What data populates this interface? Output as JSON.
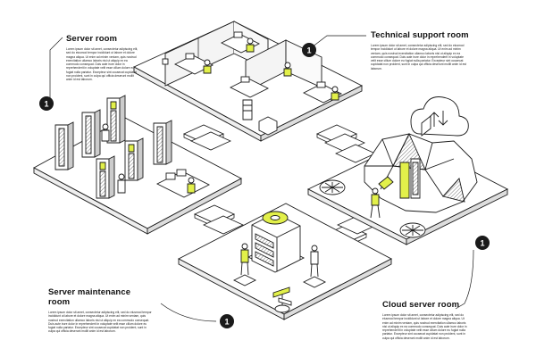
{
  "palette": {
    "accent": "#e2f04a",
    "ink": "#1a1a1a",
    "floor": "#ffffff",
    "shadow": "#e9e9e9"
  },
  "markers": {
    "server_room": "1",
    "technical_support_room": "1",
    "server_maintenance_room": "1",
    "cloud_server_room": "1"
  },
  "labels": {
    "server_room": {
      "title": "Server room",
      "body": "Lorem ipsum dolor sit amet, consectetur adipiscing elit, sed do eiusmod tempor incididunt ut labore et dolore magna aliqua. Ut enim ad minim veniam, quis nostrud exercitation ullamco laboris nisi ut aliquip ex ea commodo consequat. Duis aute irure dolor in reprehenderit in voluptate velit esse cillum dolore eu fugiat nulla pariatur. Excepteur sint occaecat cupidatat non proident, sunt in culpa qui officia deserunt mollit anim id est laborum."
    },
    "technical_support_room": {
      "title": "Technical support room",
      "body": "Lorem ipsum dolor sit amet, consectetur adipiscing elit, sed do eiusmod tempor incididunt ut labore et dolore magna aliqua. Ut enim ad minim veniam, quis nostrud exercitation ullamco laboris nisi ut aliquip ex ea commodo consequat. Duis aute irure dolor in reprehenderit in voluptate velit esse cillum dolore eu fugiat nulla pariatur. Excepteur sint occaecat cupidatat non proident, sunt in culpa qui officia deserunt mollit anim id est laborum."
    },
    "server_maintenance_room": {
      "title": "Server maintenance room",
      "body": "Lorem ipsum dolor sit amet, consectetur adipiscing elit, sed do eiusmod tempor incididunt ut labore et dolore magna aliqua. Ut enim ad minim veniam, quis nostrud exercitation ullamco laboris nisi ut aliquip ex ea commodo consequat. Duis aute irure dolor in reprehenderit in voluptate velit esse cillum dolore eu fugiat nulla pariatur. Excepteur sint occaecat cupidatat non proident, sunt in culpa qui officia deserunt mollit anim id est laborum."
    },
    "cloud_server_room": {
      "title": "Cloud server room",
      "body": "Lorem ipsum dolor sit amet, consectetur adipiscing elit, sed do eiusmod tempor incididunt ut labore et dolore magna aliqua. Ut enim ad minim veniam, quis nostrud exercitation ullamco laboris nisi ut aliquip ex ea commodo consequat. Duis aute irure dolor in reprehenderit in voluptate velit esse cillum dolore eu fugiat nulla pariatur. Excepteur sint occaecat cupidatat non proident, sunt in culpa qui officia deserunt mollit anim id est laborum."
    }
  },
  "icons": [
    "server-rack-icon",
    "cloud-upload-download-icon",
    "gear-icon",
    "fan-icon",
    "monitor-icon",
    "person-icon",
    "signpost-icon"
  ]
}
